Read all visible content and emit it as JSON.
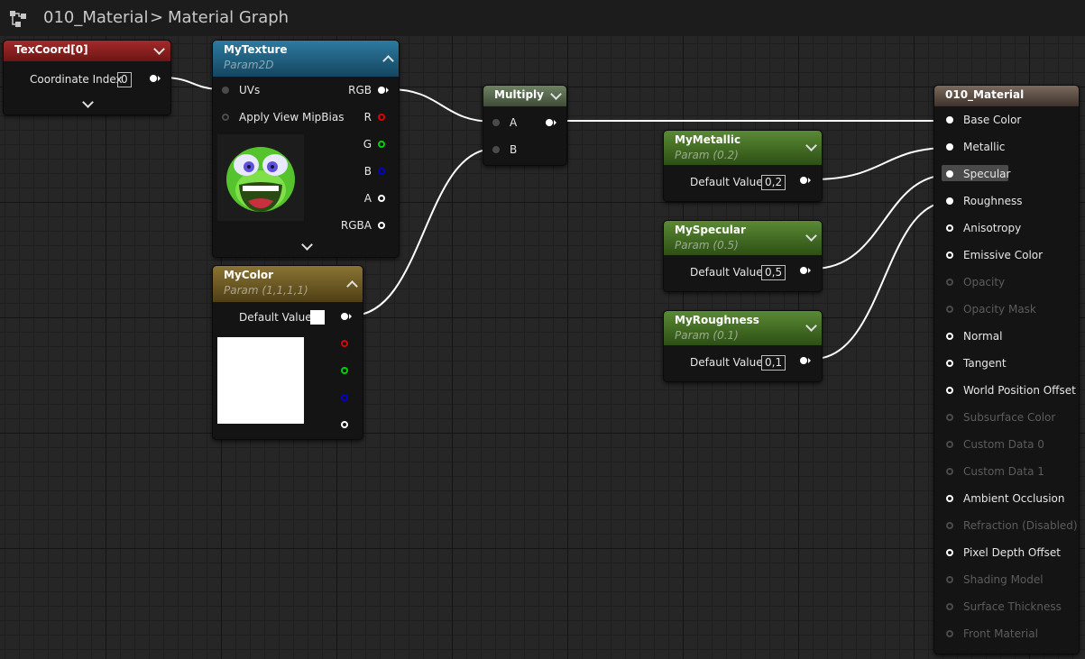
{
  "breadcrumb": {
    "asset": "010_Material",
    "separator": ">",
    "graph": "Material Graph"
  },
  "nodes": {
    "texcoord": {
      "title": "TexCoord[0]",
      "coordinate_index_label": "Coordinate Index",
      "coordinate_index_value": "0"
    },
    "mytexture": {
      "title": "MyTexture",
      "subtitle": "Param2D",
      "inputs": [
        "UVs",
        "Apply View MipBias"
      ],
      "outputs": [
        "RGB",
        "R",
        "G",
        "B",
        "A",
        "RGBA"
      ]
    },
    "mycolor": {
      "title": "MyColor",
      "subtitle": "Param (1,1,1,1)",
      "default_label": "Default Value"
    },
    "multiply": {
      "title": "Multiply",
      "inputs": [
        "A",
        "B"
      ]
    },
    "mymetallic": {
      "title": "MyMetallic",
      "subtitle": "Param (0.2)",
      "default_label": "Default Value",
      "value": "0,2"
    },
    "myspecular": {
      "title": "MySpecular",
      "subtitle": "Param (0.5)",
      "default_label": "Default Value",
      "value": "0,5"
    },
    "myroughness": {
      "title": "MyRoughness",
      "subtitle": "Param (0.1)",
      "default_label": "Default Value",
      "value": "0,1"
    },
    "material": {
      "title": "010_Material",
      "inputs": [
        {
          "label": "Base Color",
          "enabled": true
        },
        {
          "label": "Metallic",
          "enabled": true
        },
        {
          "label": "Specular",
          "enabled": true
        },
        {
          "label": "Roughness",
          "enabled": true
        },
        {
          "label": "Anisotropy",
          "enabled": true
        },
        {
          "label": "Emissive Color",
          "enabled": true
        },
        {
          "label": "Opacity",
          "enabled": false
        },
        {
          "label": "Opacity Mask",
          "enabled": false
        },
        {
          "label": "Normal",
          "enabled": true
        },
        {
          "label": "Tangent",
          "enabled": true
        },
        {
          "label": "World Position Offset",
          "enabled": true
        },
        {
          "label": "Subsurface Color",
          "enabled": false
        },
        {
          "label": "Custom Data 0",
          "enabled": false
        },
        {
          "label": "Custom Data 1",
          "enabled": false
        },
        {
          "label": "Ambient Occlusion",
          "enabled": true
        },
        {
          "label": "Refraction (Disabled)",
          "enabled": false
        },
        {
          "label": "Pixel Depth Offset",
          "enabled": true
        },
        {
          "label": "Shading Model",
          "enabled": false
        },
        {
          "label": "Surface Thickness",
          "enabled": false
        },
        {
          "label": "Front Material",
          "enabled": false
        }
      ]
    }
  },
  "colors": {
    "canvas": "#262626",
    "texcoord_header": "#8a1c1c",
    "texture_header": "#1f5a7a",
    "color_header": "#6e5a20",
    "multiply_header": "#4e5e48",
    "scalar_header": "#3f6a22",
    "material_header": "#5a4e46",
    "pin_red": "#e00000",
    "pin_green": "#00d000",
    "pin_blue": "#0000d0"
  }
}
